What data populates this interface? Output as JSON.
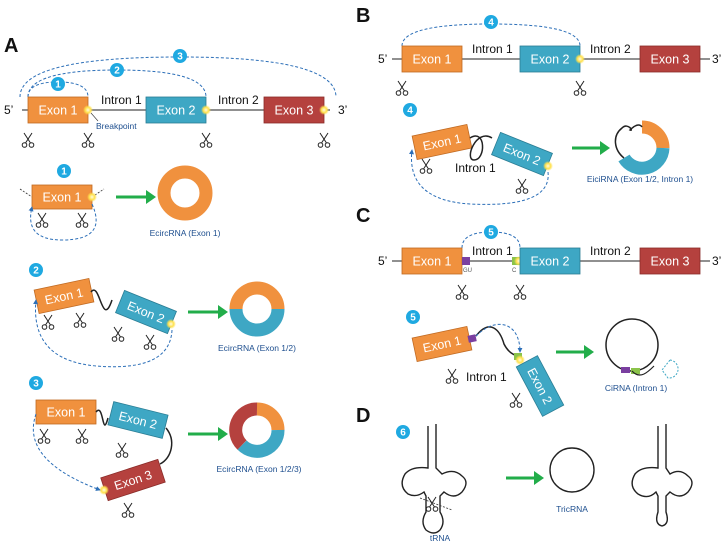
{
  "panels": {
    "A": "A",
    "B": "B",
    "C": "C",
    "D": "D"
  },
  "exons": {
    "e1": "Exon 1",
    "e2": "Exon 2",
    "e3": "Exon 3"
  },
  "introns": {
    "i1": "Intron 1",
    "i2": "Intron 2"
  },
  "ends": {
    "five": "5’",
    "three": "3’"
  },
  "breakpoint": "Breakpoint",
  "steps": {
    "s1": "1",
    "s2": "2",
    "s3": "3",
    "s4": "4",
    "s5": "5",
    "s6": "6"
  },
  "splice_sites": {
    "gu": "GU",
    "c": "C"
  },
  "products": {
    "ecirc1": "EcircRNA (Exon 1)",
    "ecirc12": "EcircRNA (Exon 1/2)",
    "ecirc123": "EcircRNA (Exon 1/2/3)",
    "eici": "EiciRNA (Exon 1/2, Intron 1)",
    "ci": "CiRNA (Intron 1)",
    "trna": "tRNA",
    "tric": "TricRNA"
  },
  "colors": {
    "exon1": "#f0913e",
    "exon2": "#3ea7c4",
    "exon3": "#b5413e",
    "arrow": "#22ad4a",
    "badge": "#1fa9e1",
    "dashed": "#2c6fb8"
  }
}
